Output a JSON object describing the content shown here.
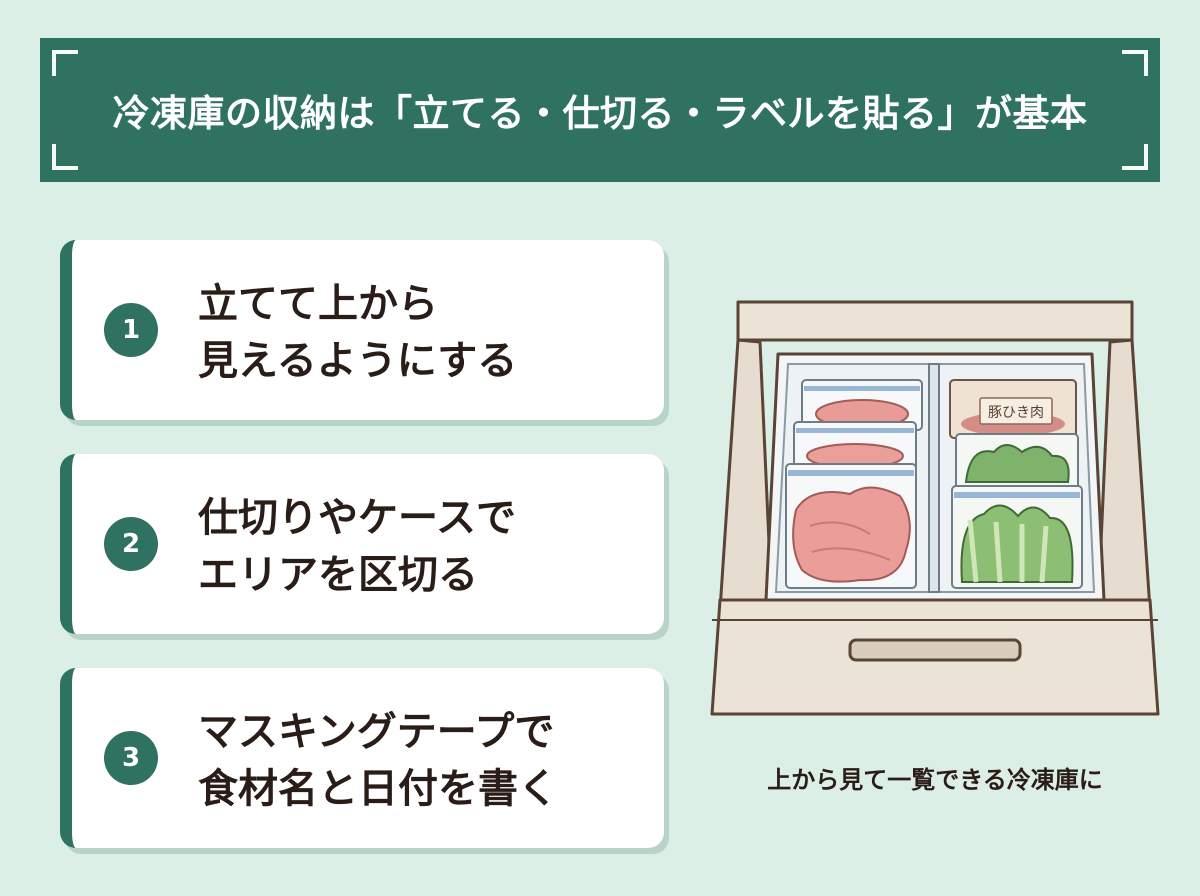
{
  "title": "冷凍庫の収納は「立てる・仕切る・ラベルを貼る」が基本",
  "steps": [
    {
      "number": "1",
      "line1": "立てて上から",
      "line2": "見えるようにする"
    },
    {
      "number": "2",
      "line1": "仕切りやケースで",
      "line2": "エリアを区切る"
    },
    {
      "number": "3",
      "line1": "マスキングテープで",
      "line2": "食材名と日付を書く"
    }
  ],
  "illustration": {
    "label": "豚ひき肉",
    "caption": "上から見て一覧できる冷凍庫に"
  },
  "colors": {
    "background": "#dcefe6",
    "accent": "#2f7261",
    "text": "#2a1c16"
  }
}
